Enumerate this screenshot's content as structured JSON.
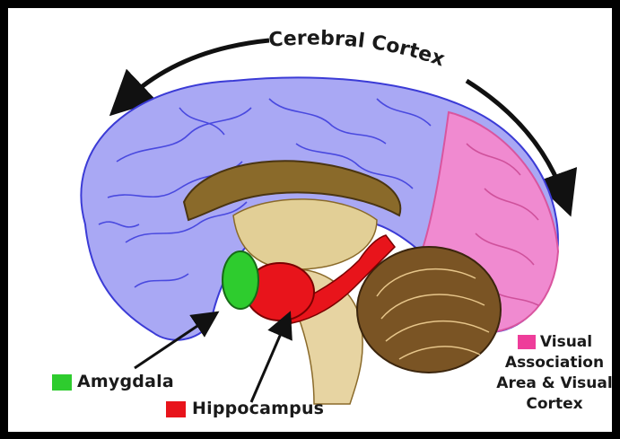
{
  "title": "Cerebral Cortex",
  "legend": [
    {
      "label": "Amygdala",
      "color": "#2ecc2e"
    },
    {
      "label": "Hippocampus",
      "color": "#e8141b"
    }
  ],
  "visual": {
    "line1": "Visual",
    "line2": "Association",
    "line3": "Area & Visual",
    "line4": "Cortex",
    "color": "#ee3d9a"
  },
  "colors": {
    "cortex": "#a9a8f4",
    "cortex_lines": "#2a2ad8",
    "visual_cortex": "#f08ad0",
    "corpus_callosum": "#8a6a2a",
    "brainstem": "#e7d4a2",
    "cerebellum": "#7a5424"
  }
}
